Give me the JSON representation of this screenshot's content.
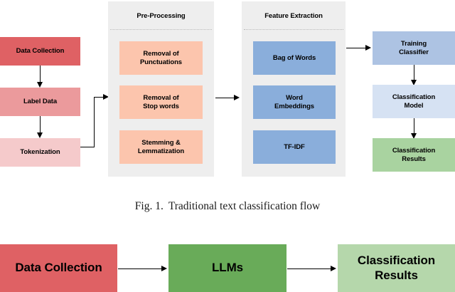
{
  "figure_top": {
    "caption_label": "Fig. 1.",
    "caption_text": "Traditional text classification flow",
    "pipeline_left": {
      "nodes": [
        {
          "label": "Data Collection",
          "color": "#df6164"
        },
        {
          "label": "Label Data",
          "color": "#eb9a9c"
        },
        {
          "label": "Tokenization",
          "color": "#f5cacb"
        }
      ]
    },
    "preprocessing": {
      "title": "Pre-Processing",
      "panel_color": "#eeeeee",
      "item_color": "#fcc5ad",
      "items": [
        "Removal of\nPunctuations",
        "Removal of\nStop words",
        "Stemming &\nLemmatization"
      ]
    },
    "feature_extraction": {
      "title": "Feature Extraction",
      "panel_color": "#eeeeee",
      "item_color": "#8aaedb",
      "items": [
        "Bag of Words",
        "Word\nEmbeddings",
        "TF-IDF"
      ]
    },
    "pipeline_right": {
      "nodes": [
        {
          "label": "Training\nClassifier",
          "color": "#adc3e3"
        },
        {
          "label": "Classification\nModel",
          "color": "#d6e2f3"
        },
        {
          "label": "Classification\nResults",
          "color": "#a9d3a0"
        }
      ]
    }
  },
  "figure_bottom": {
    "nodes": [
      {
        "label": "Data Collection",
        "color": "#df6164"
      },
      {
        "label": "LLMs",
        "color": "#69ab59"
      },
      {
        "label": "Classification\nResults",
        "color": "#b5d7ab"
      }
    ]
  }
}
